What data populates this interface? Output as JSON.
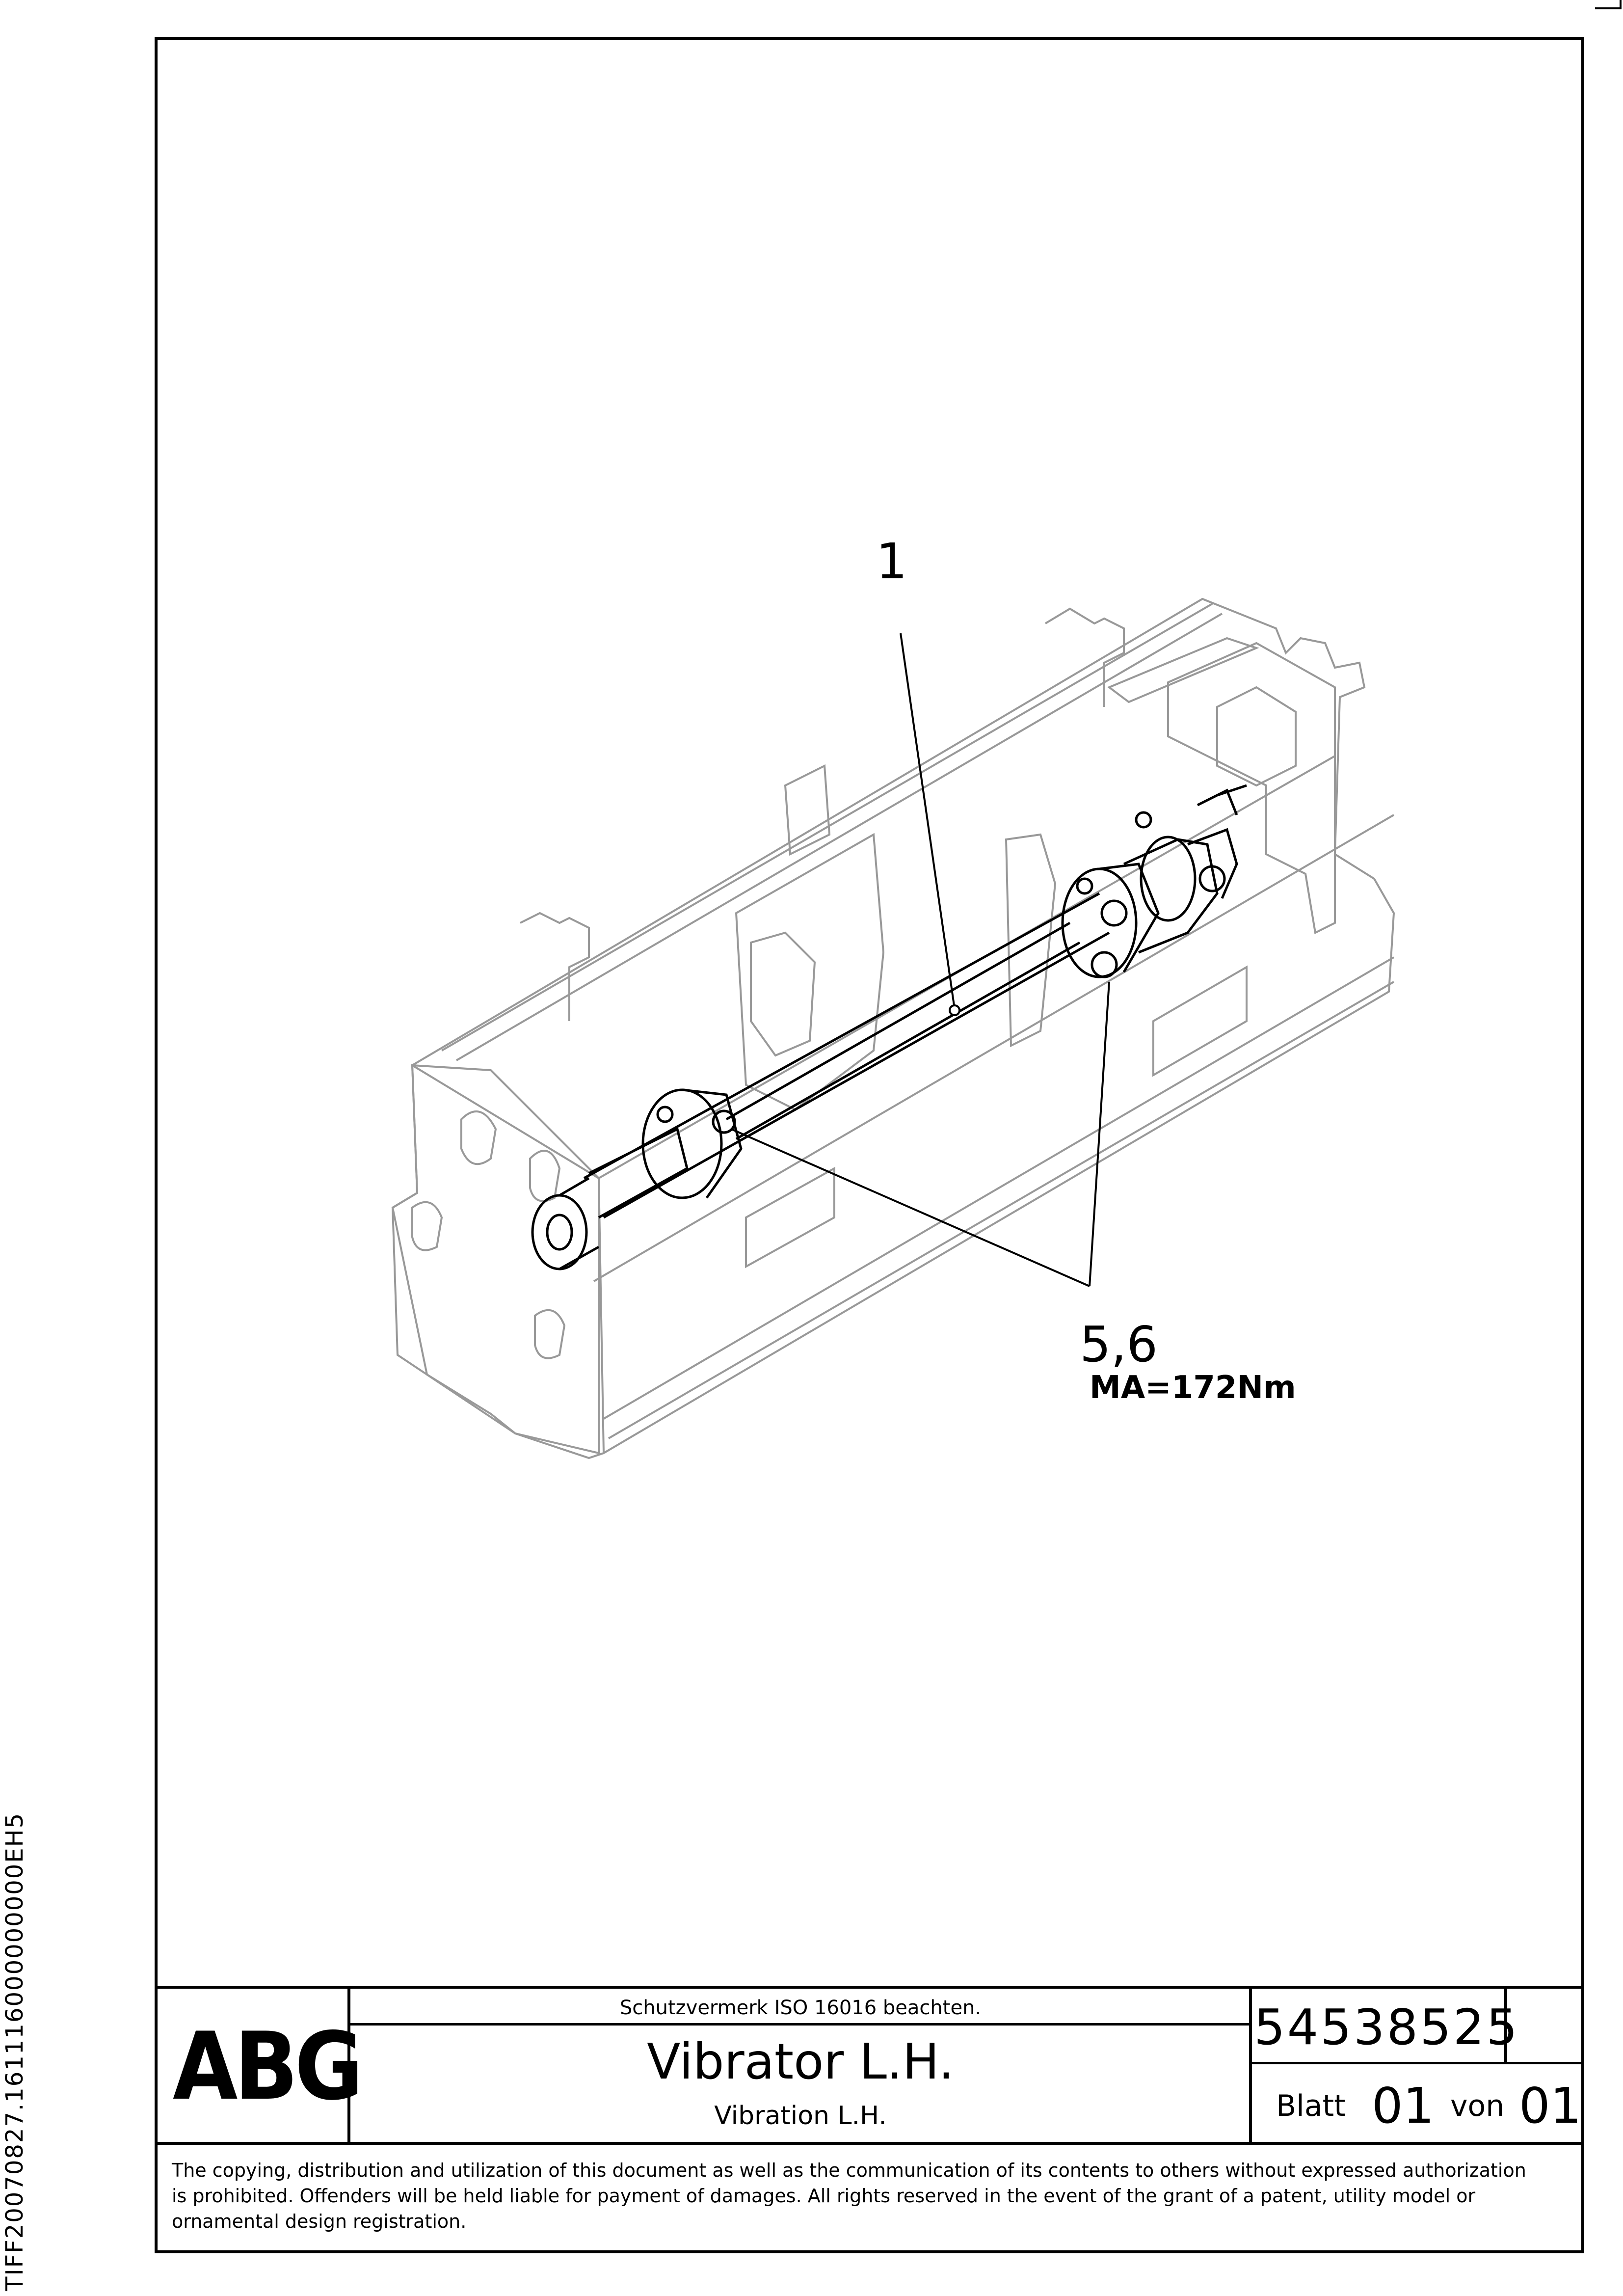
{
  "side_code": "TIFF20070827.161116000000000EH5",
  "callouts": {
    "part_1": "1",
    "part_5_6": "5,6",
    "torque": "MA=172Nm"
  },
  "title_block": {
    "logo": "ABG",
    "protection_note": "Schutzvermerk ISO 16016 beachten.",
    "title_de": "Vibrator L.H.",
    "title_en": "Vibration L.H.",
    "document_number": "54538525",
    "sheet_label": "Blatt",
    "sheet_number": "01",
    "of_label": "von",
    "sheet_total": "01"
  },
  "copyright": {
    "line1": "The copying, distribution and utilization of this document as well as the communication of its contents to others without expressed authorization",
    "line2": "is prohibited. Offenders will be held liable for payment of damages. All rights reserved in the event of the grant of a patent, utility model or",
    "line3": "ornamental design registration."
  }
}
